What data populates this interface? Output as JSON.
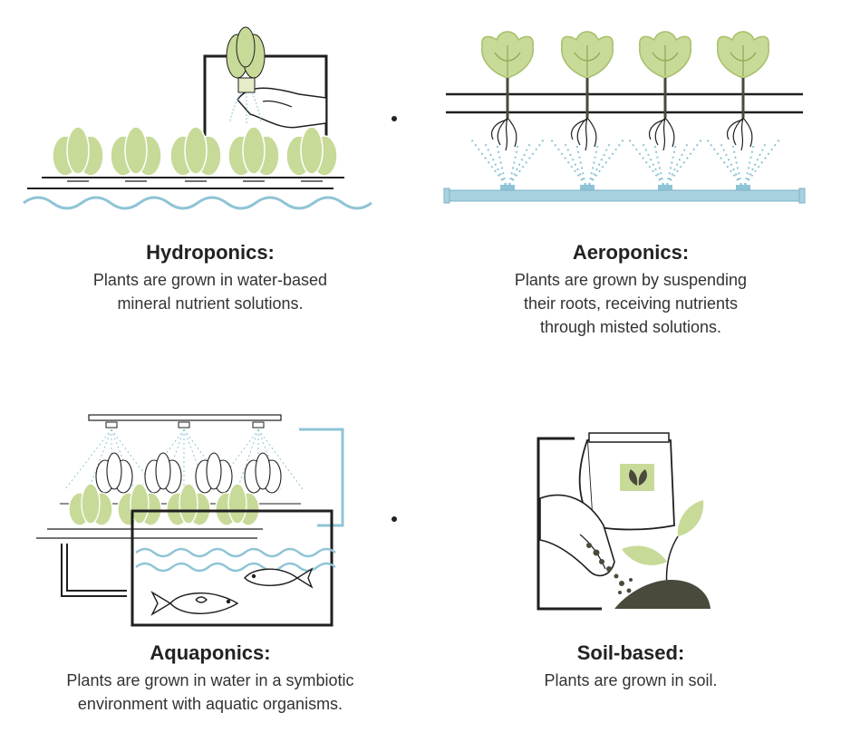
{
  "colors": {
    "leaf": "#c8da98",
    "leaf_stroke": "#a7bf6a",
    "water": "#8fc4d6",
    "pipe": "#a8d2e0",
    "soil": "#4a4a3c",
    "ink": "#1f1f1f"
  },
  "hydroponics": {
    "title": "Hydroponics:",
    "description": "Plants are grown in water-based mineral nutrient solutions."
  },
  "aeroponics": {
    "title": "Aeroponics:",
    "description": "Plants are grown by suspending their roots, receiving nutrients through misted solutions."
  },
  "aquaponics": {
    "title": "Aquaponics:",
    "description": "Plants are grown in water in a symbiotic environment with aquatic organisms."
  },
  "soil": {
    "title": "Soil-based:",
    "description": "Plants are grown in soil."
  },
  "icons": [
    "lettuce-icon",
    "hand-icon",
    "mist-sprayer-icon",
    "fish-icon",
    "fertilizer-bag-icon",
    "sprout-icon"
  ]
}
